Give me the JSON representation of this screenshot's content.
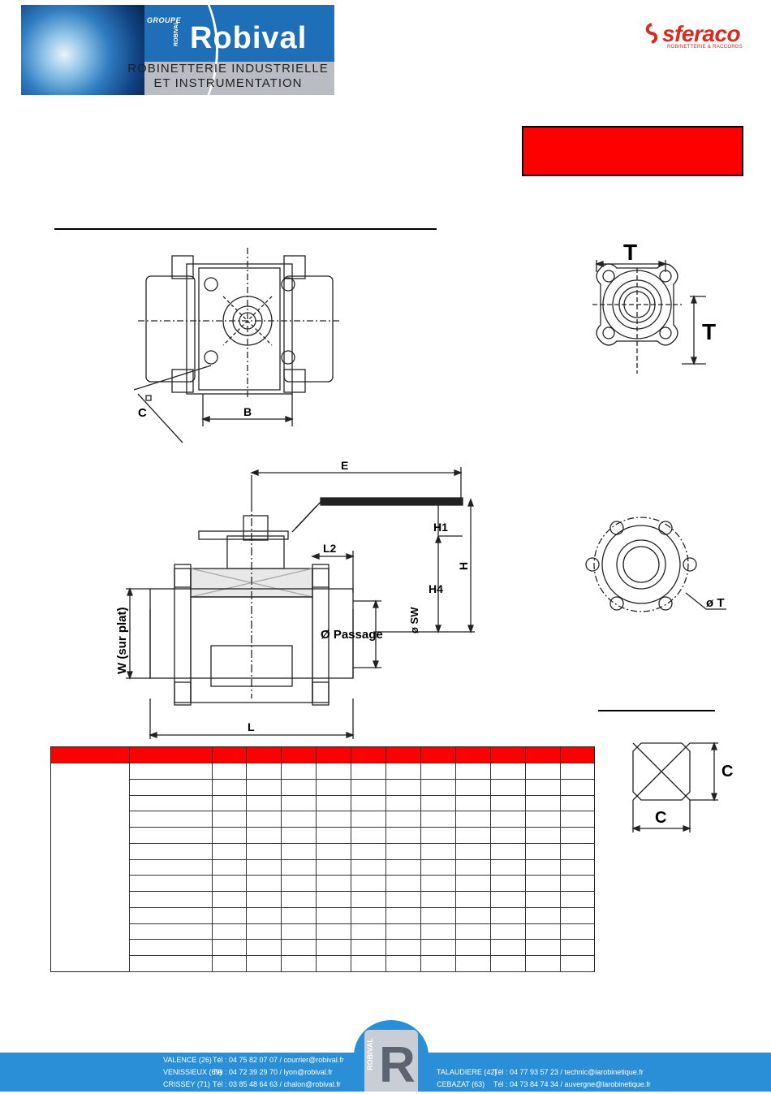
{
  "header": {
    "banner": {
      "groupe": "GROUPE",
      "robival_vertical": "ROBIVAL",
      "brand": "Robival",
      "line1": "ROBINETTERIE INDUSTRIELLE",
      "line2": "ET INSTRUMENTATION"
    },
    "sferaco": {
      "brand": "sferaco",
      "tagline": "ROBINETTERIE & RACCORDS"
    }
  },
  "drawing_labels": {
    "top_view": {
      "c": "C",
      "b": "B"
    },
    "side_view": {
      "e": "E",
      "h1": "H1",
      "l2": "L2",
      "h": "H",
      "h4": "H4",
      "sw": "ø SW",
      "passage": "Ø Passage",
      "w": "W (sur plat)",
      "l": "L"
    },
    "flange_square": {
      "t_top": "T",
      "t_side": "T"
    },
    "flange_round": {
      "t": "ø T"
    },
    "stem_square": {
      "c_side": "C",
      "c_bottom": "C"
    }
  },
  "colors": {
    "accent_red": "#ff0000",
    "footer_blue": "#2a8fd6",
    "sferaco_red": "#d62b1e"
  },
  "footer": {
    "logo_text": "ROBIVAL",
    "left": [
      {
        "city": "VALENCE (26)",
        "contact": "Tél : 04 75 82 07 07 / courrier@robival.fr"
      },
      {
        "city": "VENISSIEUX (69)",
        "contact": "Tél : 04 72 39 29 70 / lyon@robival.fr"
      },
      {
        "city": "CRISSEY (71)",
        "contact": "Tél : 03 85 48 64 63 / chalon@robival.fr"
      }
    ],
    "right": [
      {
        "city": "TALAUDIERE (42)",
        "contact": "Tél : 04 77 93 57 23 / technic@larobinetique.fr"
      },
      {
        "city": "CEBAZAT (63)",
        "contact": "Tél : 04 73 84 74 34 / auvergne@larobinetique.fr"
      }
    ]
  }
}
